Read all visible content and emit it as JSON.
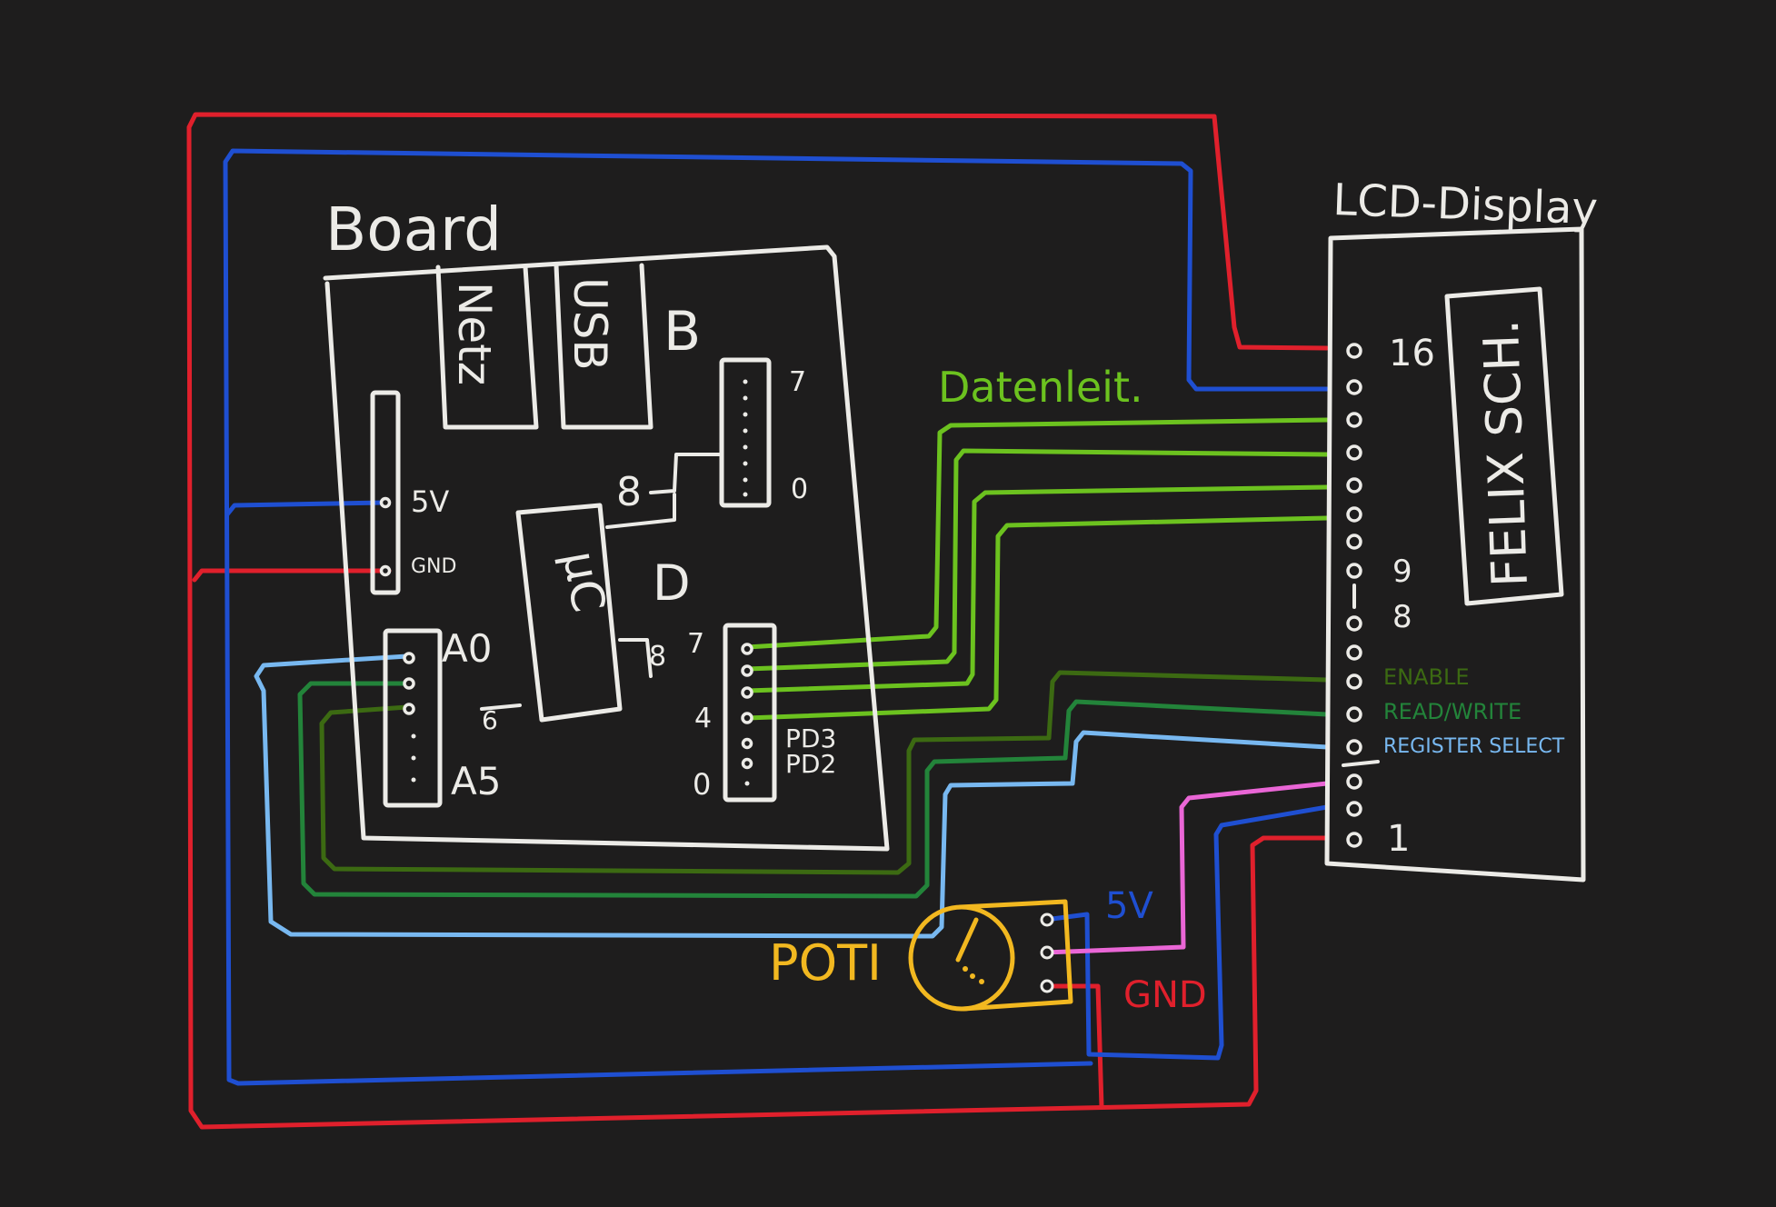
{
  "colors": {
    "background": "#1e1d1d",
    "ink": "#ecebe7",
    "red": "#e0202c",
    "blue": "#1f4fd1",
    "data_green": "#6cc21f",
    "enable_green": "#3c6a12",
    "rw_green": "#23843a",
    "register_blue": "#78b8f0",
    "pink": "#ea66d6",
    "poti_yellow": "#f2b820"
  },
  "board": {
    "title": "Board",
    "netz": "Netz",
    "usb": "USB",
    "b_label": "B",
    "d_label": "D",
    "mc_label": "µC",
    "pin_5v": "5V",
    "pin_gnd": "GND",
    "pin_a0": "A0",
    "pin_a5": "A5",
    "to_6": "6",
    "b_pin_7": "7",
    "b_pin_0": "0",
    "b_pin_8": "8",
    "d_pin_8": "8",
    "d_pin_7": "7",
    "d_pin_4": "4",
    "d_pin_0": "0",
    "pd3": "PD3",
    "pd2": "PD2"
  },
  "data_lines_label": "Datenleit.",
  "lcd": {
    "title": "LCD-Display",
    "name": "FELIX SCH.",
    "pin_16": "16",
    "pin_9": "9",
    "pin_8": "8",
    "pin_1": "1",
    "enable": "ENABLE",
    "read_write": "READ/WRITE",
    "register_select": "REGISTER SELECT"
  },
  "poti": {
    "label": "POTI",
    "v5": "5V",
    "gnd": "GND"
  }
}
